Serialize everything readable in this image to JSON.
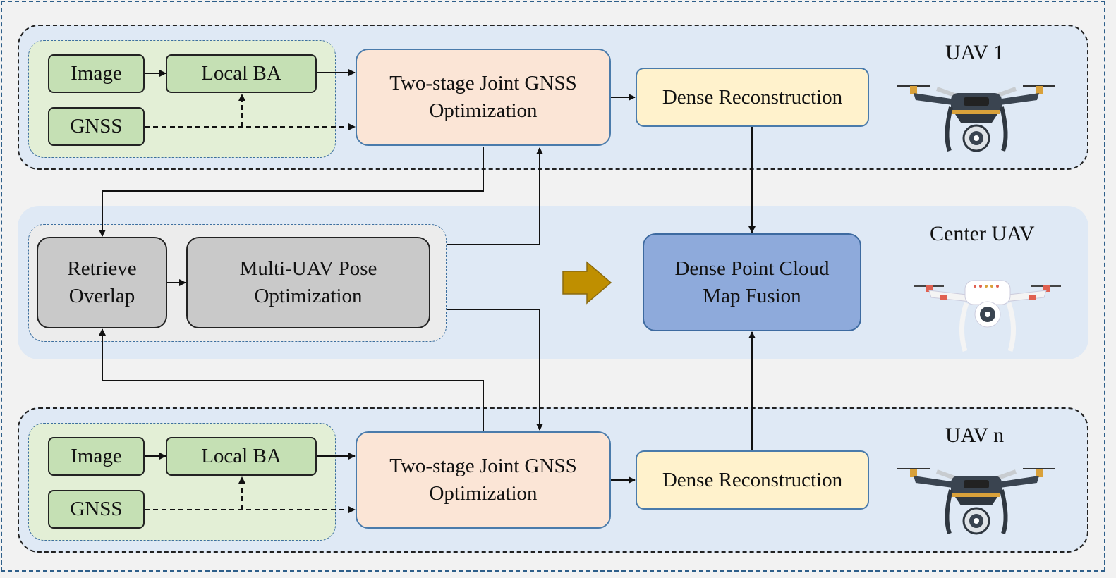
{
  "lanes": {
    "uav1": {
      "label": "UAV 1",
      "image": "Image",
      "local_ba": "Local BA",
      "gnss": "GNSS",
      "optimization": "Two-stage Joint GNSS Optimization",
      "dense": "Dense Reconstruction"
    },
    "center": {
      "label": "Center UAV",
      "retrieve": "Retrieve Overlap",
      "pose": "Multi-UAV Pose Optimization",
      "fusion": "Dense Point Cloud Map Fusion"
    },
    "uavn": {
      "label": "UAV n",
      "image": "Image",
      "local_ba": "Local BA",
      "gnss": "GNSS",
      "optimization": "Two-stage Joint GNSS Optimization",
      "dense": "Dense Reconstruction"
    }
  },
  "colors": {
    "lane_bg": "#dfe9f5",
    "sensor_green": "#c5e0b4",
    "optimization_peach": "#fbe5d6",
    "dense_yellow": "#fff2cc",
    "center_grey": "#c9c9c9",
    "fusion_blue": "#8eaadb",
    "arrow_gold": "#bf8f00",
    "drone_dark": "#3a4450",
    "drone_white": "#ffffff"
  },
  "icons": [
    "drone-dark-icon",
    "drone-white-icon",
    "flow-arrow-icon"
  ]
}
